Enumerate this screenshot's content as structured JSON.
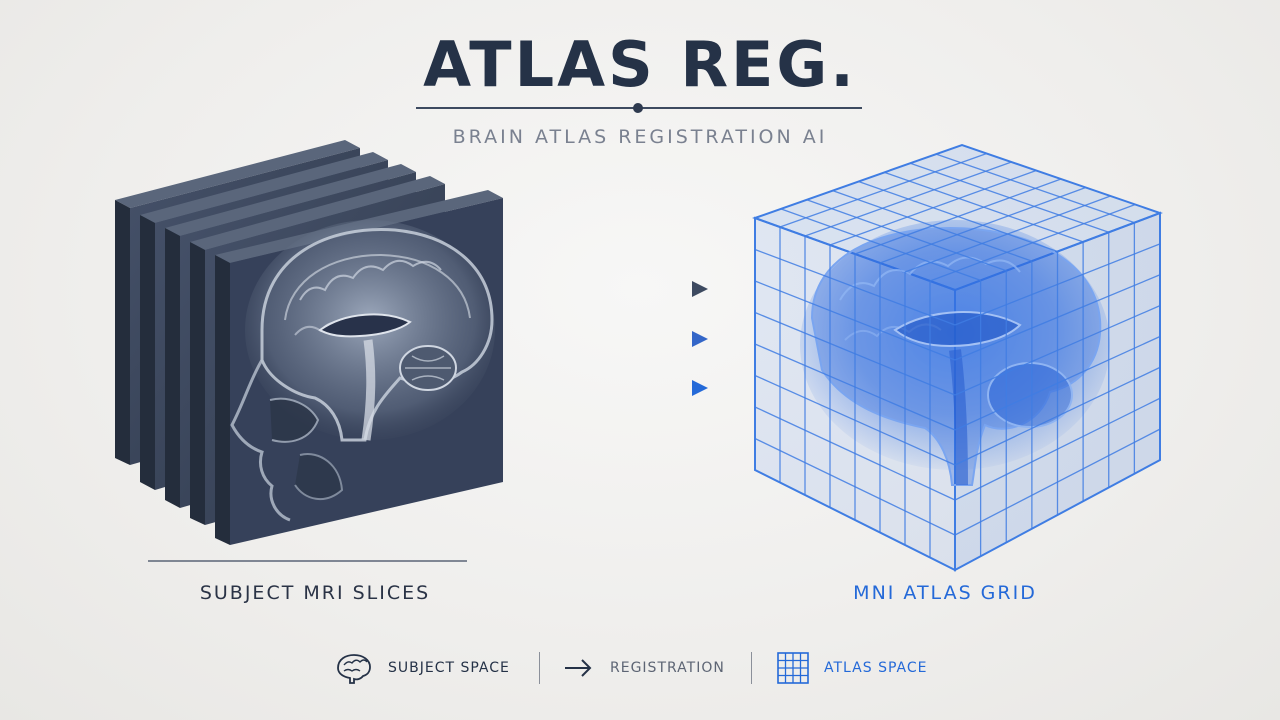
{
  "header": {
    "title": "ATLAS REG.",
    "subtitle": "BRAIN ATLAS REGISTRATION AI"
  },
  "panels": {
    "left_caption": "SUBJECT MRI SLICES",
    "right_caption": "MNI ATLAS GRID"
  },
  "legend": {
    "items": [
      {
        "label": "SUBJECT SPACE",
        "icon": "brain-icon"
      },
      {
        "label": "REGISTRATION",
        "icon": "arrow-right-icon"
      },
      {
        "label": "ATLAS SPACE",
        "icon": "grid-icon"
      }
    ]
  },
  "colors": {
    "navy": "#253247",
    "slice": "#3a4558",
    "accent_blue": "#2469d8",
    "muted_gray": "#7a8190"
  }
}
